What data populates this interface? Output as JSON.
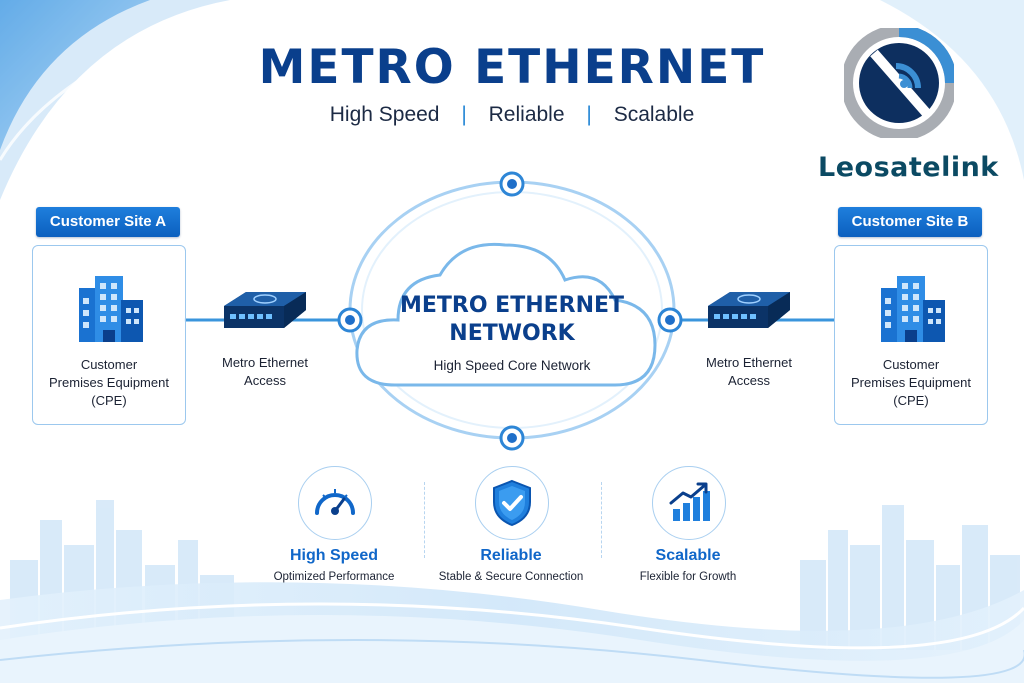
{
  "header": {
    "title": "METRO ETHERNET",
    "taglines": [
      "High Speed",
      "Reliable",
      "Scalable"
    ],
    "separator": "|"
  },
  "brand": {
    "name": "Leosatelink",
    "logo_icon": "satellite-dish-icon",
    "colors": {
      "navy": "#0d2f5f",
      "blue": "#3b8fd4",
      "gray": "#a9adb3"
    }
  },
  "sites": {
    "a": {
      "label": "Customer Site A",
      "icon": "building-icon",
      "caption_lines": [
        "Customer",
        "Premises Equipment",
        "(CPE)"
      ]
    },
    "b": {
      "label": "Customer Site B",
      "icon": "building-icon",
      "caption_lines": [
        "Customer",
        "Premises Equipment",
        "(CPE)"
      ]
    }
  },
  "access": {
    "left": {
      "icon": "network-switch-icon",
      "caption_lines": [
        "Metro Ethernet",
        "Access"
      ]
    },
    "right": {
      "icon": "network-switch-icon",
      "caption_lines": [
        "Metro Ethernet",
        "Access"
      ]
    }
  },
  "core": {
    "icon": "cloud-icon",
    "title_lines": [
      "METRO ETHERNET",
      "NETWORK"
    ],
    "subtitle": "High Speed Core Network"
  },
  "features": [
    {
      "icon": "speedometer-icon",
      "title": "High Speed",
      "desc": "Optimized Performance"
    },
    {
      "icon": "shield-check-icon",
      "title": "Reliable",
      "desc": "Stable & Secure Connection"
    },
    {
      "icon": "growth-chart-icon",
      "title": "Scalable",
      "desc": "Flexible for Growth"
    }
  ],
  "colors": {
    "title": "#0a3f8c",
    "accent": "#1f7fdd",
    "line": "#3a95dc",
    "light": "#cfe6f8"
  }
}
